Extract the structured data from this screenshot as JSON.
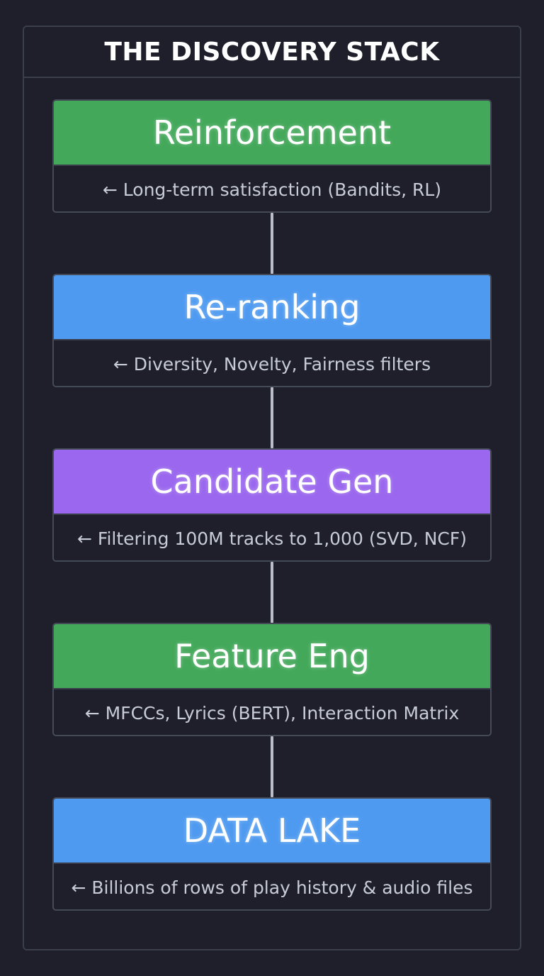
{
  "diagram": {
    "title": "THE DISCOVERY STACK",
    "colors": {
      "background": "#1e1f2a",
      "frame_border": "#3b3f4b",
      "green": "#43a85a",
      "blue": "#4e9af0",
      "purple": "#9a67ee",
      "connector": "#b9bec8"
    },
    "stages": [
      {
        "title": "Reinforcement",
        "description": "← Long-term satisfaction (Bandits, RL)",
        "color": "#43a85a"
      },
      {
        "title": "Re-ranking",
        "description": "← Diversity, Novelty, Fairness filters",
        "color": "#4e9af0"
      },
      {
        "title": "Candidate Gen",
        "description": "← Filtering 100M tracks to 1,000 (SVD, NCF)",
        "color": "#9a67ee"
      },
      {
        "title": "Feature Eng",
        "description": "← MFCCs, Lyrics (BERT), Interaction Matrix",
        "color": "#43a85a"
      },
      {
        "title": "DATA LAKE",
        "description": "← Billions of rows of play history & audio files",
        "color": "#4e9af0"
      }
    ]
  }
}
